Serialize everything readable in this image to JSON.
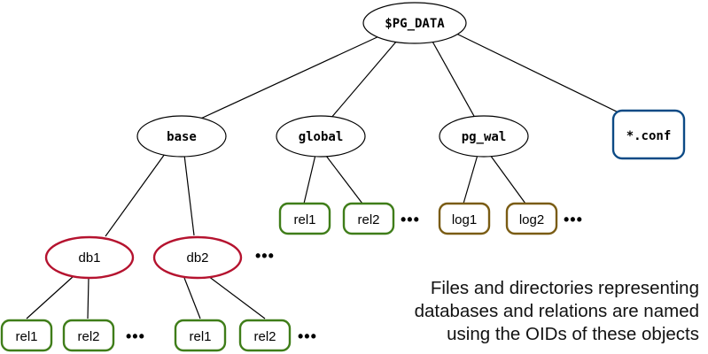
{
  "colors": {
    "dir_stroke": "#000000",
    "db_stroke": "#b5132f",
    "rel_stroke": "#3f7d19",
    "wal_stroke": "#7a5c14",
    "conf_stroke": "#0c4a85"
  },
  "nodes": {
    "pgdata": "$PG_DATA",
    "base": "base",
    "global": "global",
    "pgwal": "pg_wal",
    "conf": "*.conf",
    "db1": "db1",
    "db2": "db2",
    "global_rel1": "rel1",
    "global_rel2": "rel2",
    "log1": "log1",
    "log2": "log2",
    "db1_rel1": "rel1",
    "db1_rel2": "rel2",
    "db2_rel1": "rel1",
    "db2_rel2": "rel2"
  },
  "ellipsis": "•••",
  "caption": [
    "Files and directories representing",
    "databases and relations are named",
    "using the OIDs of these objects"
  ]
}
